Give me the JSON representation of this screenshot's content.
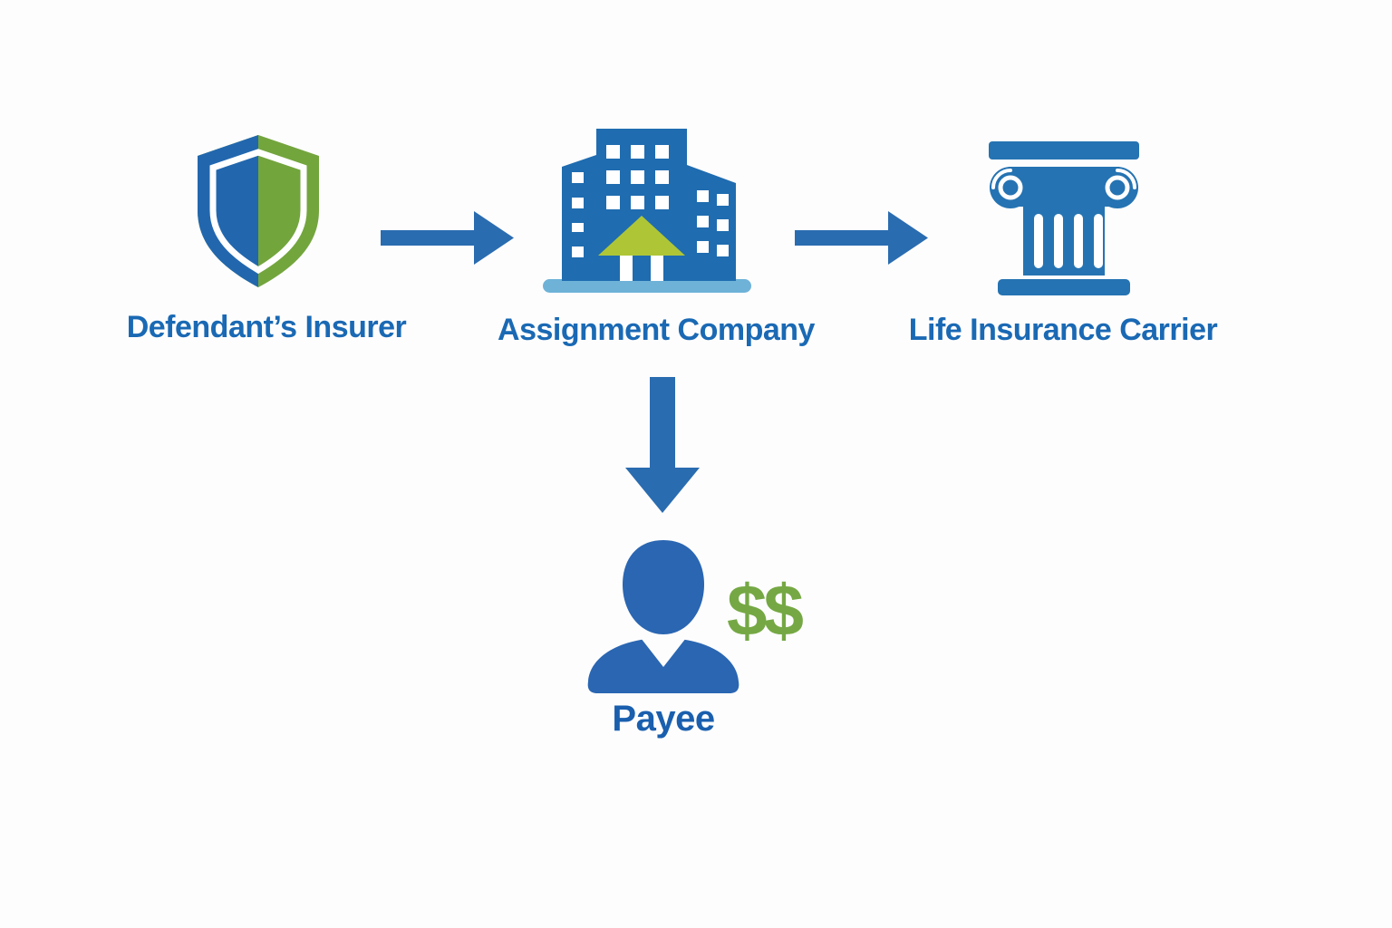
{
  "diagram": {
    "background_color": "#fdfdfd",
    "label_color": "#1a69b4",
    "arrow_color": "#2a6cb0",
    "nodes": [
      {
        "id": "defendants-insurer",
        "label": "Defendant’s Insurer",
        "icon": "shield-icon",
        "icon_colors": {
          "shield_blue": "#2267ae",
          "shield_green": "#73a53d",
          "inner_outline": "#ffffff"
        }
      },
      {
        "id": "assignment-company",
        "label": "Assignment Company",
        "icon": "building-icon",
        "icon_colors": {
          "building_blue": "#1f6cb0",
          "roof_green": "#aec636",
          "ground_light_blue": "#6eb2d8",
          "windows": "#ffffff"
        }
      },
      {
        "id": "life-insurance-carrier",
        "label": "Life Insurance Carrier",
        "icon": "column-icon",
        "icon_colors": {
          "column_blue": "#2573b2",
          "flutes": "#ffffff"
        }
      },
      {
        "id": "payee",
        "label": "Payee",
        "icon": "person-icon",
        "badge": "$$",
        "badge_color": "#75a844",
        "icon_colors": {
          "person_blue": "#2a66b2"
        }
      }
    ],
    "connections": [
      {
        "from": "defendants-insurer",
        "to": "assignment-company",
        "type": "arrow-right"
      },
      {
        "from": "assignment-company",
        "to": "life-insurance-carrier",
        "type": "arrow-right"
      },
      {
        "from": "assignment-company",
        "to": "payee",
        "type": "arrow-down"
      }
    ]
  }
}
